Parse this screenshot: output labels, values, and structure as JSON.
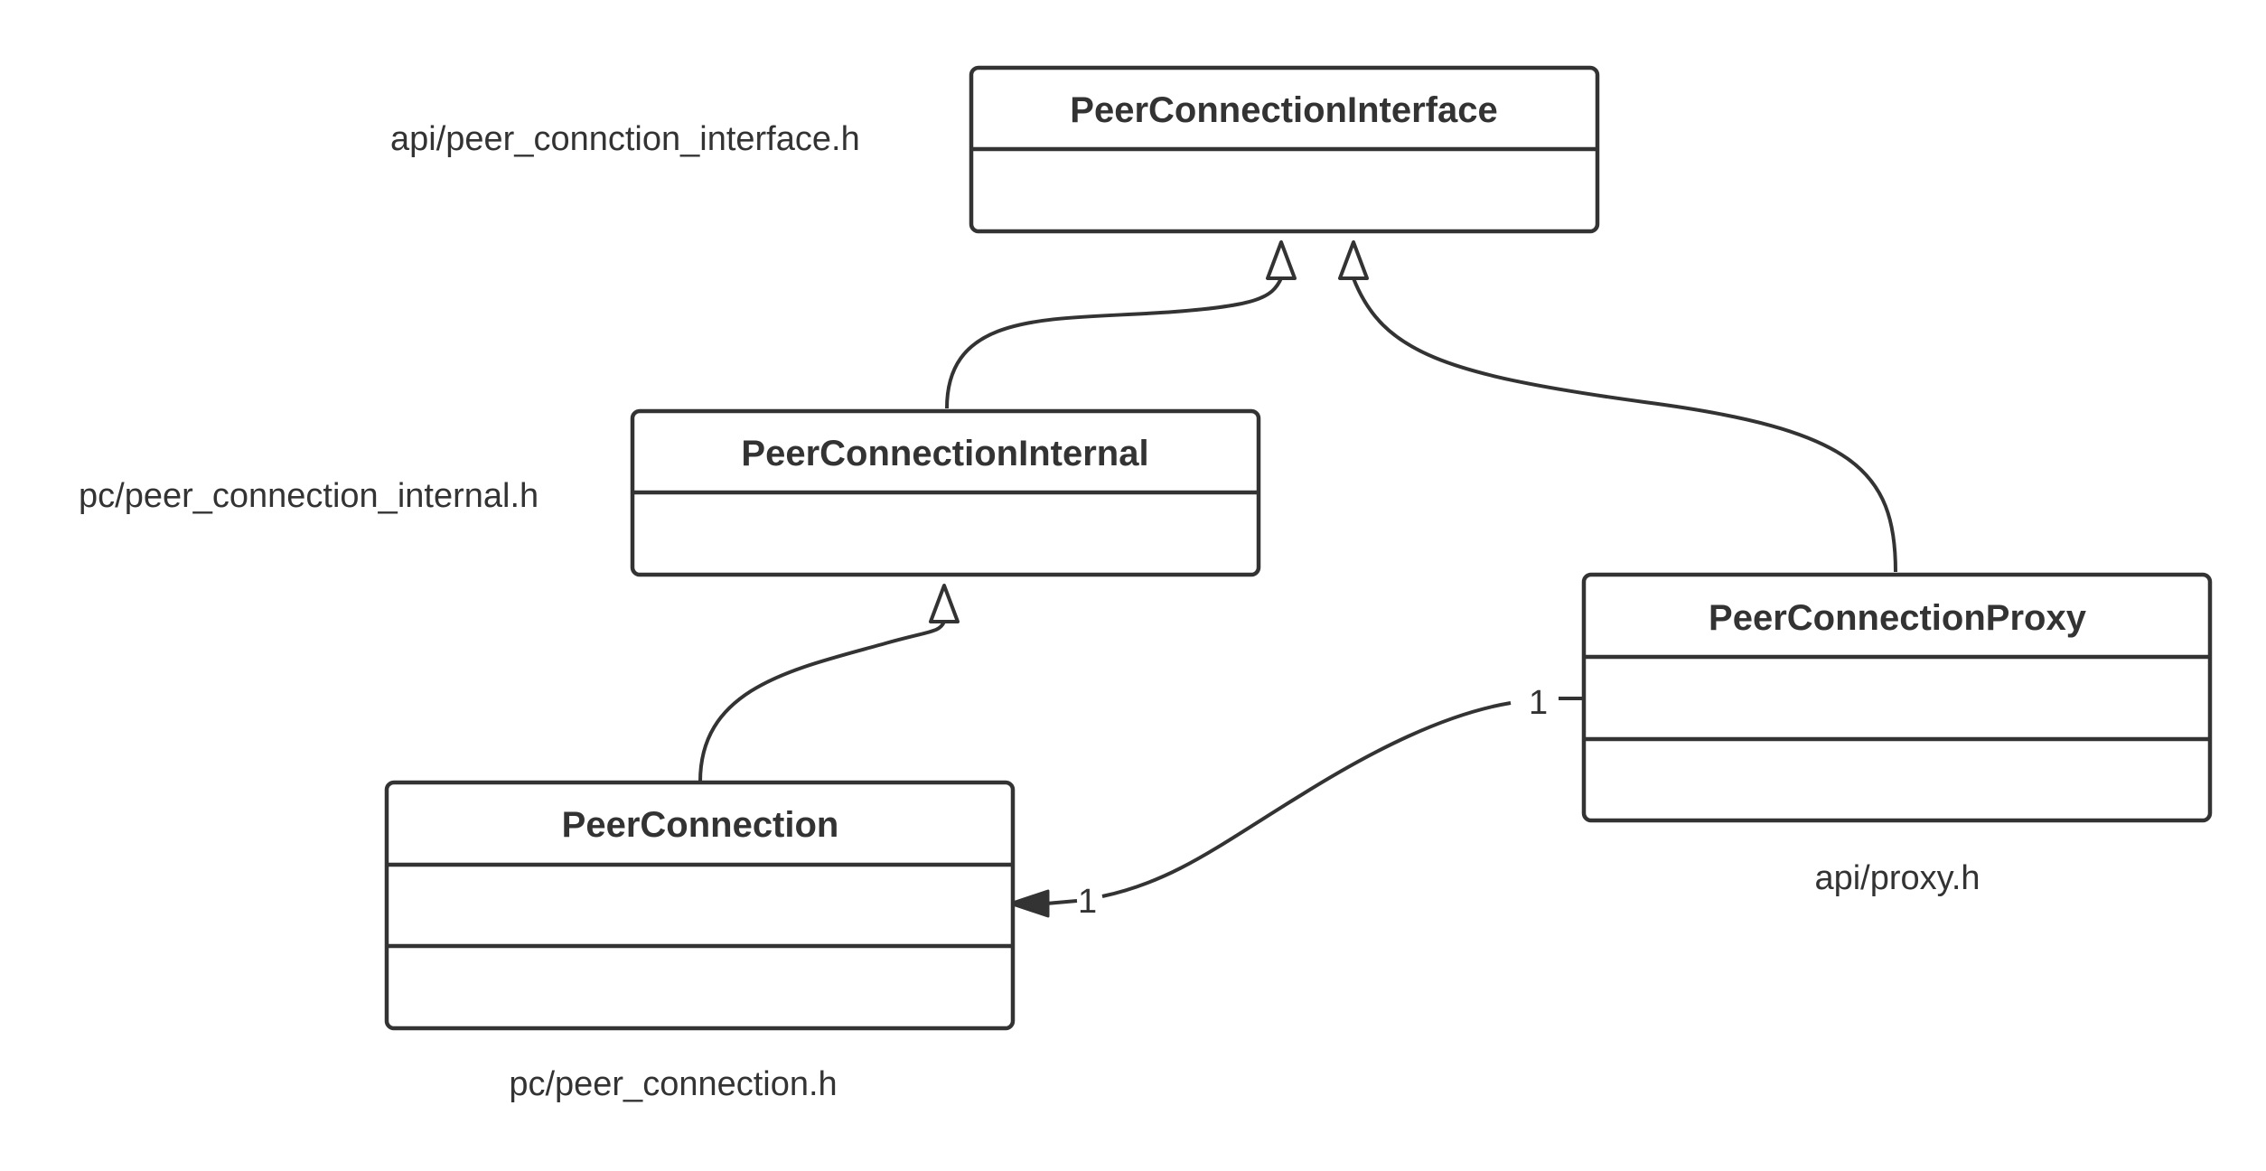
{
  "classes": {
    "interface": {
      "name": "PeerConnectionInterface",
      "file": "api/peer_connction_interface.h"
    },
    "internal": {
      "name": "PeerConnectionInternal",
      "file": "pc/peer_connection_internal.h"
    },
    "proxy": {
      "name": "PeerConnectionProxy",
      "file": "api/proxy.h"
    },
    "impl": {
      "name": "PeerConnection",
      "file": "pc/peer_connection.h"
    }
  },
  "relations": [
    {
      "type": "generalization",
      "from": "PeerConnectionInternal",
      "to": "PeerConnectionInterface"
    },
    {
      "type": "generalization",
      "from": "PeerConnectionProxy",
      "to": "PeerConnectionInterface"
    },
    {
      "type": "generalization",
      "from": "PeerConnection",
      "to": "PeerConnectionInternal"
    },
    {
      "type": "association",
      "from": "PeerConnectionProxy",
      "to": "PeerConnection",
      "source_multiplicity": "1",
      "target_multiplicity": "1"
    }
  ],
  "colors": {
    "stroke": "#333333",
    "background": "#ffffff"
  }
}
